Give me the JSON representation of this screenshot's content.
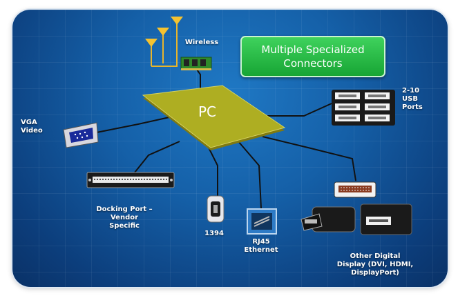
{
  "title": {
    "line1": "Multiple Specialized",
    "line2": "Connectors"
  },
  "center": "PC",
  "labels": {
    "wireless": "Wireless",
    "usb": "2-10\nUSB\nPorts",
    "vga": "VGA\nVideo",
    "docking": "Docking Port –\nVendor\nSpecific",
    "firewire": "1394",
    "rj45": "RJ45\nEthernet",
    "digital": "Other Digital\nDisplay (DVI, HDMI,\nDisplayPort)"
  },
  "colors": {
    "background": "#1560a8",
    "pc_chip": "#a8a81c",
    "title_box": "#22b43f",
    "wires": "#111111"
  },
  "icons": [
    "antenna-icon",
    "wireless-card-icon",
    "usb-port-icon",
    "vga-connector-icon",
    "docking-connector-icon",
    "firewire-connector-icon",
    "ethernet-jack-icon",
    "dvi-connector-icon",
    "hdmi-connector-icon",
    "displayport-connector-icon"
  ]
}
